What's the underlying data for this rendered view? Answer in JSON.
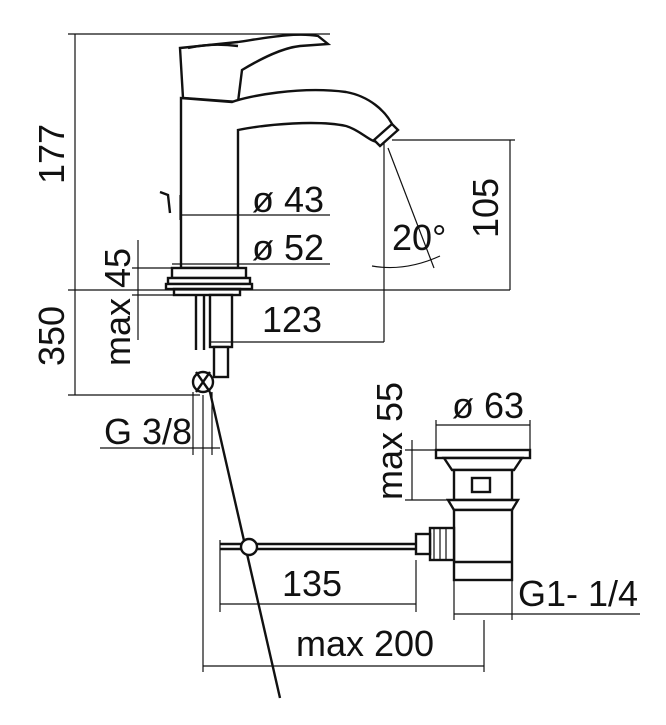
{
  "dimensions": {
    "height_total": "177",
    "diam_43": "ø 43",
    "diam_52": "ø 52",
    "spout_height": "105",
    "angle": "20°",
    "max_45": "max 45",
    "reach": "123",
    "under_350": "350",
    "max_55": "max 55",
    "diam_63": "ø 63",
    "thread_g38": "G 3/8",
    "rod_135": "135",
    "thread_g114": "G1- 1/4",
    "max_200": "max 200"
  },
  "colors": {
    "line": "#111111",
    "background": "#ffffff"
  }
}
